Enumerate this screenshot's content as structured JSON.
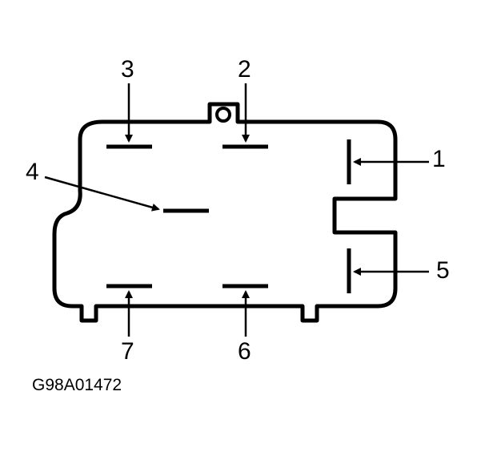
{
  "diagram": {
    "caption": "G98A01472",
    "terminals": [
      {
        "id": "3",
        "label": "3"
      },
      {
        "id": "2",
        "label": "2"
      },
      {
        "id": "1",
        "label": "1"
      },
      {
        "id": "4",
        "label": "4"
      },
      {
        "id": "5",
        "label": "5"
      },
      {
        "id": "7",
        "label": "7"
      },
      {
        "id": "6",
        "label": "6"
      }
    ]
  }
}
